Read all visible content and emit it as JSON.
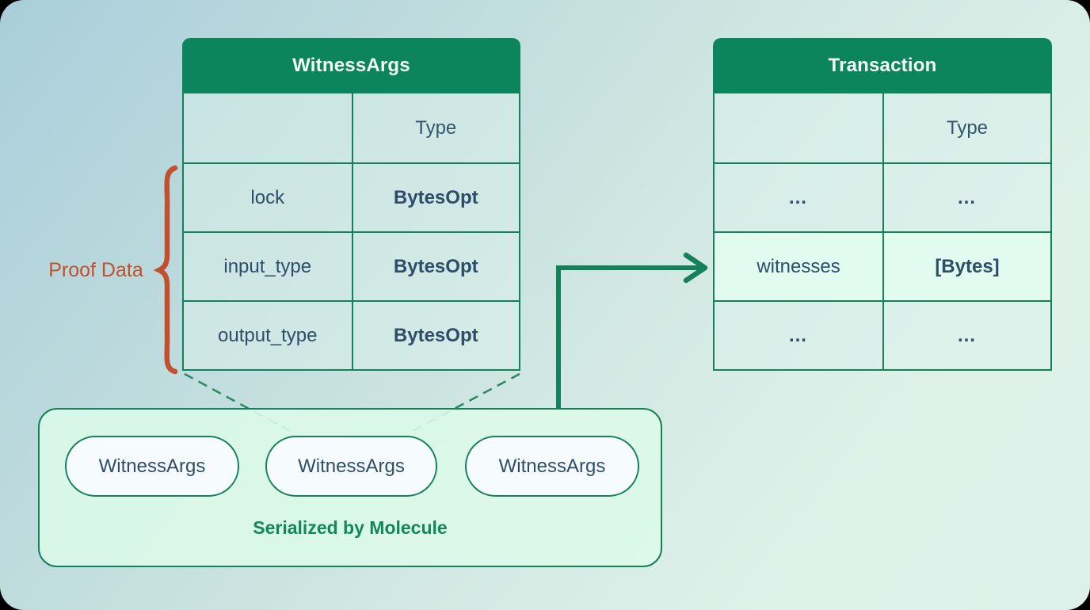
{
  "witnessargs_table": {
    "title": "WitnessArgs",
    "type_header": "Type",
    "rows": [
      {
        "name": "lock",
        "type": "BytesOpt"
      },
      {
        "name": "input_type",
        "type": "BytesOpt"
      },
      {
        "name": "output_type",
        "type": "BytesOpt"
      }
    ]
  },
  "transaction_table": {
    "title": "Transaction",
    "type_header": "Type",
    "rows": [
      {
        "name": "…",
        "type": "…",
        "highlighted": false
      },
      {
        "name": "witnesses",
        "type": "[Bytes]",
        "highlighted": true
      },
      {
        "name": "…",
        "type": "…",
        "highlighted": false
      }
    ]
  },
  "annotations": {
    "proof_data_label": "Proof Data"
  },
  "serialized_box": {
    "pills": [
      "WitnessArgs",
      "WitnessArgs",
      "WitnessArgs"
    ],
    "caption": "Serialized by Molecule"
  },
  "colors": {
    "header_green": "#0d855c",
    "border_green": "#15815a",
    "arrow_green": "#15815a",
    "dashed_green": "#27895e",
    "brace_orange": "#c1512e",
    "text_slate": "#2e4d68",
    "highlight_mint": "#e1fbf1",
    "box_mint": "#dbf9e9",
    "pill_white": "#f6fbfe"
  }
}
